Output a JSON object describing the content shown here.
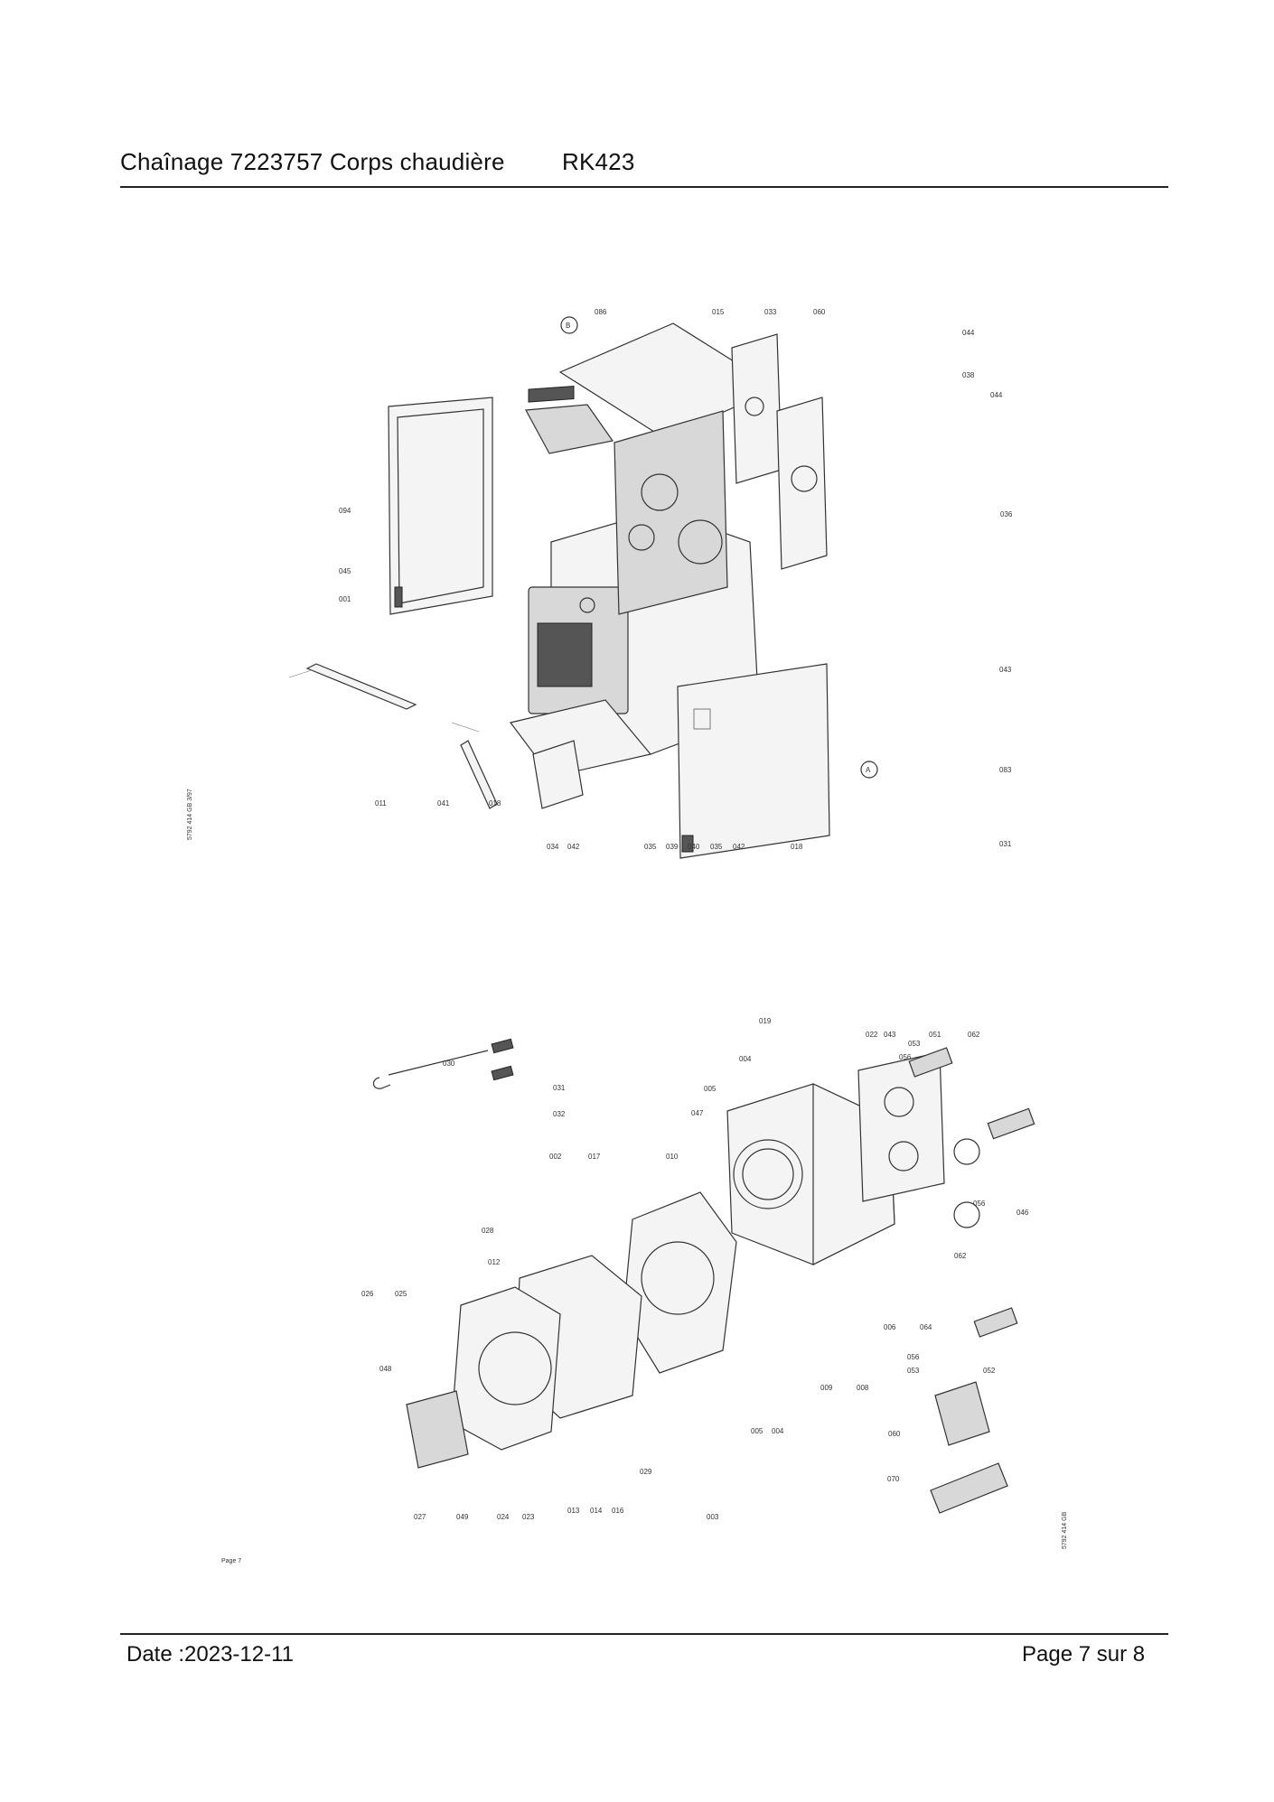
{
  "header": {
    "title": "Chaînage 7223757 Corps chaudière",
    "model": "RK423"
  },
  "footer": {
    "date": "Date :2023-12-11",
    "page": "Page 7 sur  8"
  },
  "drawing1": {
    "ref_code": "5792 414 GB   3/97",
    "labels": [
      "086",
      "015",
      "033",
      "060",
      "044",
      "038",
      "044",
      "036",
      "094",
      "045",
      "001",
      "043",
      "083",
      "031",
      "011",
      "041",
      "018",
      "034",
      "042",
      "035",
      "039",
      "040",
      "035",
      "042",
      "018"
    ],
    "markers": [
      "B",
      "A"
    ]
  },
  "drawing2": {
    "ref_code": "5792 414 GB",
    "page_note": "Page 7",
    "labels": [
      "019",
      "022",
      "043",
      "051",
      "053",
      "062",
      "030",
      "056",
      "031",
      "032",
      "004",
      "005",
      "047",
      "002",
      "017",
      "010",
      "028",
      "012",
      "026",
      "025",
      "048",
      "056",
      "046",
      "062",
      "006",
      "064",
      "056",
      "053",
      "052",
      "060",
      "070",
      "027",
      "049",
      "024",
      "023",
      "013",
      "014",
      "016",
      "029",
      "003",
      "005",
      "004",
      "009",
      "008"
    ]
  }
}
